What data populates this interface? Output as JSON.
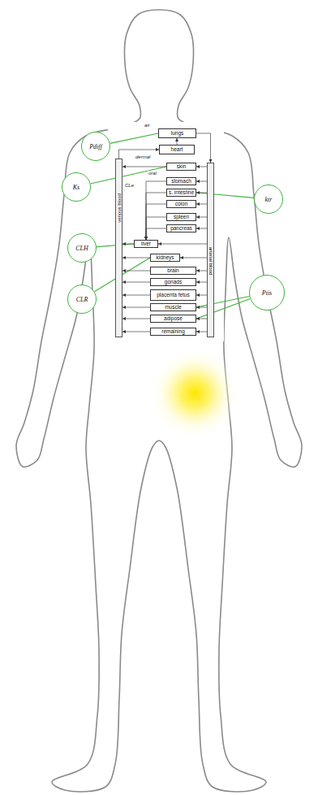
{
  "diagram": {
    "nodes": [
      {
        "text": [
          "Pdiff"
        ]
      },
      {
        "text": [
          "lungs"
        ]
      },
      {
        "text": [
          "heart"
        ]
      },
      {
        "text": [
          "Ks"
        ]
      },
      {
        "text": [
          "skin"
        ]
      },
      {
        "text": [
          "stomach"
        ]
      },
      {
        "text": [
          "ktr"
        ]
      },
      {
        "text": [
          "s. intestine"
        ]
      },
      {
        "text": [
          "colon"
        ]
      },
      {
        "text": [
          "spleen"
        ]
      },
      {
        "text": [
          "pancreas"
        ]
      },
      {
        "text": [
          "venous blood"
        ]
      },
      {
        "text": [
          "arterial blood"
        ]
      },
      {
        "text": [
          "CLH"
        ]
      },
      {
        "text": [
          "liver"
        ]
      },
      {
        "text": [
          "kidneys"
        ]
      },
      {
        "text": [
          "CLR"
        ]
      },
      {
        "text": [
          "brain"
        ]
      },
      {
        "text": [
          "gonads"
        ]
      },
      {
        "text": [
          "placenta fetus"
        ]
      },
      {
        "text": [
          "muscle"
        ]
      },
      {
        "text": [
          "Ptis"
        ]
      },
      {
        "text": [
          "adipose"
        ]
      },
      {
        "text": [
          "remaining"
        ]
      }
    ],
    "edges": [
      {
        "from": 0,
        "to": 1,
        "arrow": "none"
      },
      {
        "from": 3,
        "to": 4,
        "arrow": "none"
      },
      {
        "from": 6,
        "to": 7,
        "arrow": "none"
      },
      {
        "from": 13,
        "to": 14,
        "arrow": "none"
      },
      {
        "from": 16,
        "to": 15,
        "arrow": "none"
      },
      {
        "from": 21,
        "to": 20,
        "arrow": "none"
      },
      {
        "from": 21,
        "to": 22,
        "arrow": "none"
      },
      {
        "from": 11,
        "to": 2,
        "arrow": "to"
      },
      {
        "from": 2,
        "to": 1,
        "arrow": "to"
      },
      {
        "from": 1,
        "to": 12,
        "arrow": "to"
      },
      {
        "from": 12,
        "to": 4,
        "arrow": "to"
      },
      {
        "from": 12,
        "to": 5,
        "arrow": "to"
      },
      {
        "from": 12,
        "to": 7,
        "arrow": "to"
      },
      {
        "from": 12,
        "to": 8,
        "arrow": "to"
      },
      {
        "from": 12,
        "to": 9,
        "arrow": "to"
      },
      {
        "from": 12,
        "to": 10,
        "arrow": "to"
      },
      {
        "from": 12,
        "to": 14,
        "arrow": "to"
      },
      {
        "from": 12,
        "to": 15,
        "arrow": "to"
      },
      {
        "from": 12,
        "to": 17,
        "arrow": "to"
      },
      {
        "from": 12,
        "to": 18,
        "arrow": "to"
      },
      {
        "from": 12,
        "to": 19,
        "arrow": "to"
      },
      {
        "from": 12,
        "to": 20,
        "arrow": "to"
      },
      {
        "from": 12,
        "to": 22,
        "arrow": "to"
      },
      {
        "from": 12,
        "to": 23,
        "arrow": "to"
      },
      {
        "from": 5,
        "to": 14,
        "arrow": "to"
      },
      {
        "from": 7,
        "to": 14,
        "arrow": "to"
      },
      {
        "from": 8,
        "to": 14,
        "arrow": "to"
      },
      {
        "from": 9,
        "to": 14,
        "arrow": "to"
      },
      {
        "from": 10,
        "to": 14,
        "arrow": "to"
      },
      {
        "from": 4,
        "to": 11,
        "arrow": "to"
      },
      {
        "from": 14,
        "to": 11,
        "arrow": "to"
      },
      {
        "from": 15,
        "to": 11,
        "arrow": "to"
      },
      {
        "from": 17,
        "to": 11,
        "arrow": "to"
      },
      {
        "from": 18,
        "to": 11,
        "arrow": "to"
      },
      {
        "from": 19,
        "to": 11,
        "arrow": "to"
      },
      {
        "from": 20,
        "to": 11,
        "arrow": "to"
      },
      {
        "from": 22,
        "to": 11,
        "arrow": "to"
      },
      {
        "from": 23,
        "to": 11,
        "arrow": "to"
      }
    ],
    "labels": [
      "air",
      "dermal",
      "oral",
      "CLe"
    ]
  }
}
